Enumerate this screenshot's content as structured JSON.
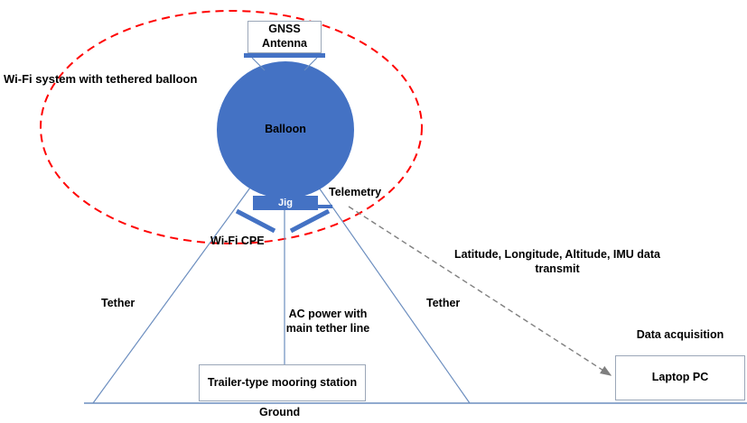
{
  "labels": {
    "system_title": "Wi-Fi system with tethered balloon",
    "gnss_line1": "GNSS",
    "gnss_line2": "Antenna",
    "balloon": "Balloon",
    "jig": "Jig",
    "telemetry": "Telemetry",
    "wifi_cpe": "Wi-Fi CPE",
    "tether_left": "Tether",
    "tether_right": "Tether",
    "ac_power_line1": "AC power with",
    "ac_power_line2": "main tether line",
    "transmit_line1": "Latitude, Longitude, Altitude, IMU data",
    "transmit_line2": "transmit",
    "mooring_station": "Trailer-type mooring station",
    "ground": "Ground",
    "data_acquisition": "Data acquisition",
    "laptop": "Laptop PC"
  },
  "colors": {
    "balloon_fill": "#4472C4",
    "highlight_ellipse": "#FF0000",
    "line": "#6C8EBF",
    "arrow": "#7F7F7F",
    "box_border": "#9BA7B8"
  }
}
